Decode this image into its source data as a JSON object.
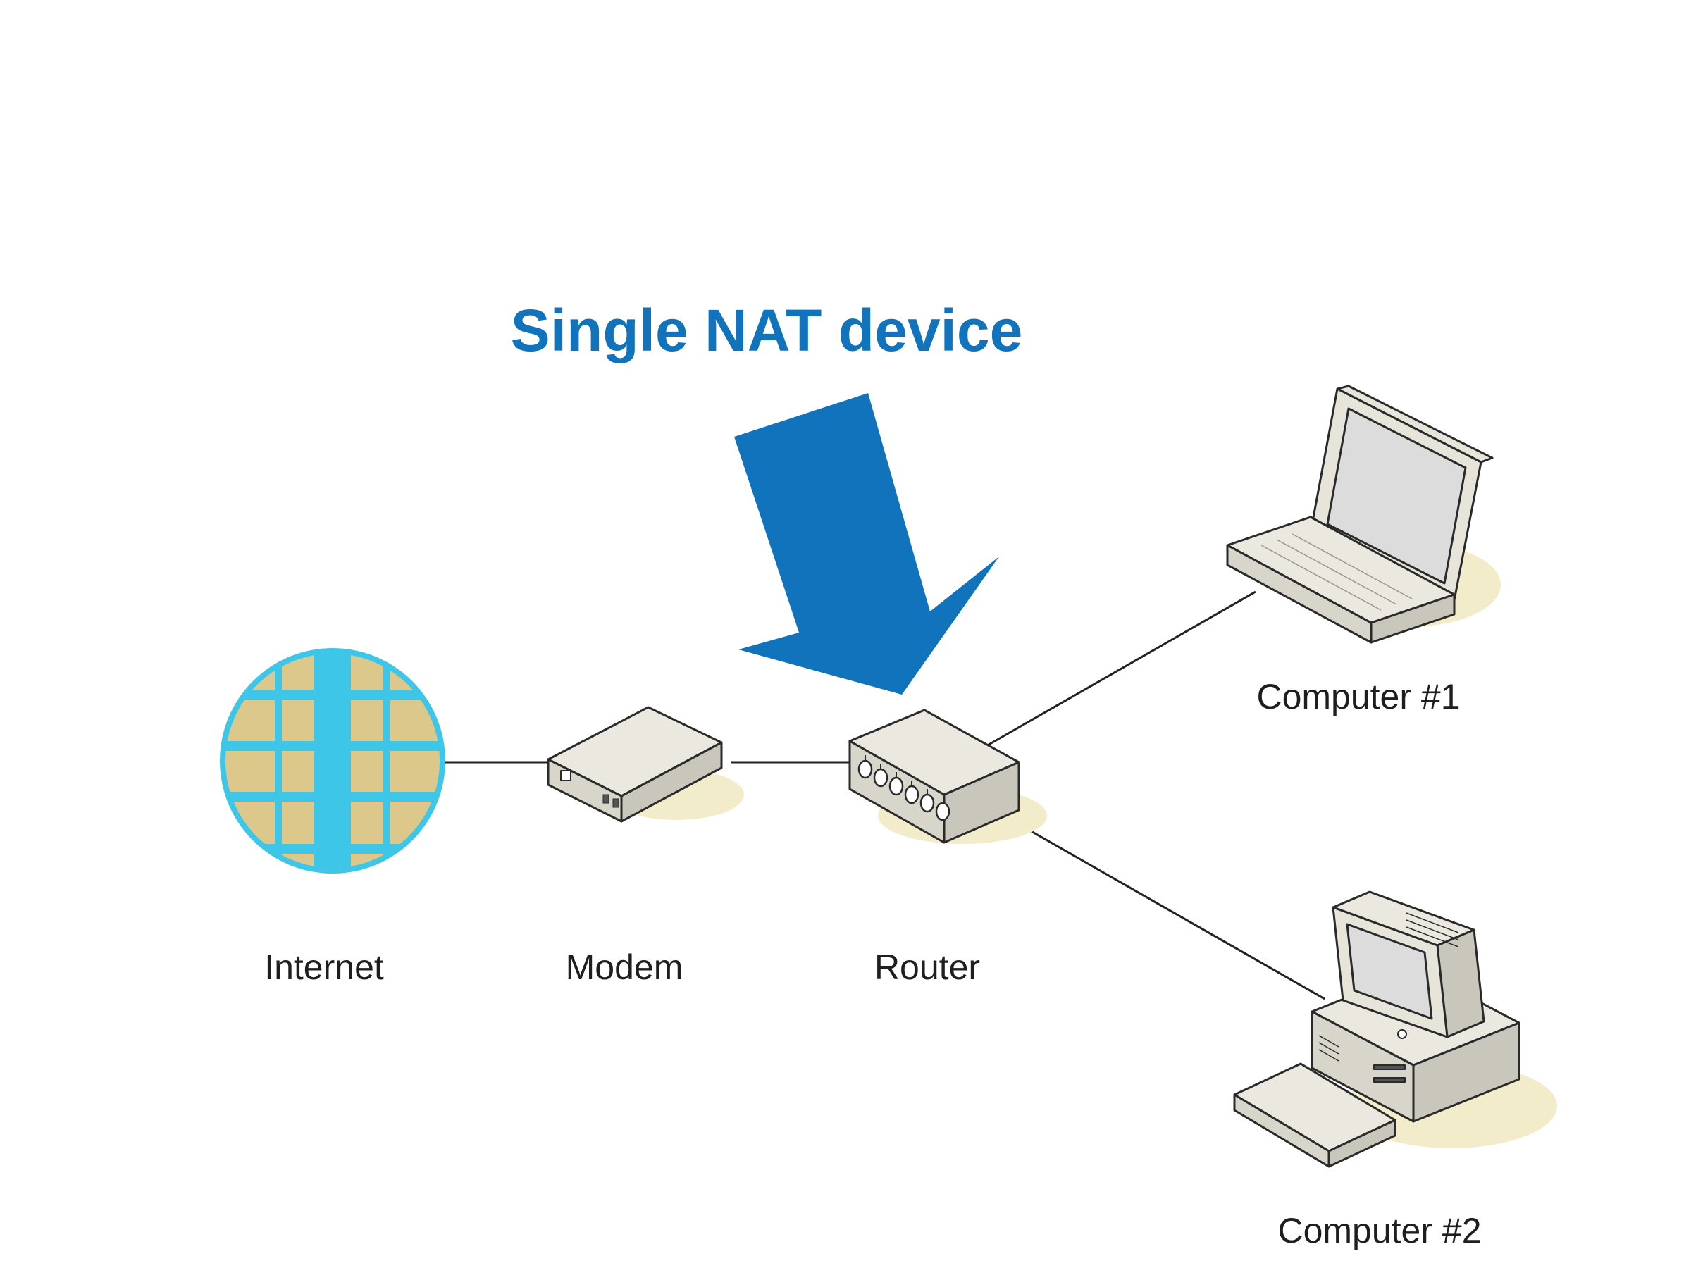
{
  "callout": {
    "title": "Single NAT device",
    "color": "#1173bb"
  },
  "nodes": {
    "internet": {
      "label": "Internet",
      "icon": "globe-icon"
    },
    "modem": {
      "label": "Modem",
      "icon": "modem-icon"
    },
    "router": {
      "label": "Router",
      "icon": "router-icon"
    },
    "computer1": {
      "label": "Computer #1",
      "icon": "laptop-icon"
    },
    "computer2": {
      "label": "Computer #2",
      "icon": "desktop-computer-icon"
    }
  },
  "colors": {
    "globe_ocean": "#3ec6e8",
    "globe_land": "#ddc88c",
    "device_body": "#e7e4da",
    "device_outline": "#2a2a2a",
    "shadow": "#f3eccb",
    "screen": "#e3e3e3",
    "connector": "#222222"
  }
}
